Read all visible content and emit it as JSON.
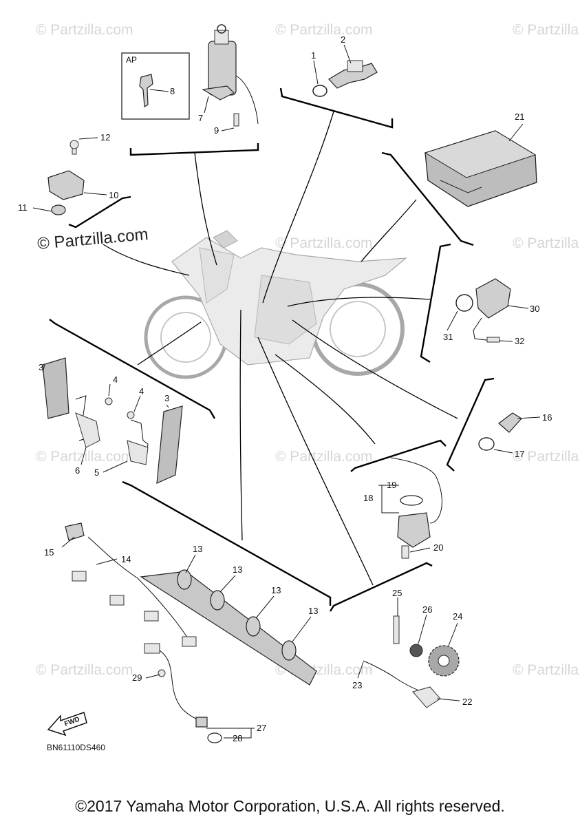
{
  "watermark": {
    "text": "© Partzilla.com"
  },
  "diagram_code": "BN61110DS460",
  "inset_label": "AP",
  "fwd_label": "FWD",
  "copyright": "©2017 Yamaha Motor Corporation, U.S.A. All rights reserved.",
  "callouts": [
    "1",
    "2",
    "3",
    "3",
    "4",
    "4",
    "5",
    "6",
    "7",
    "8",
    "9",
    "10",
    "11",
    "12",
    "13",
    "13",
    "13",
    "13",
    "14",
    "15",
    "16",
    "17",
    "18",
    "19",
    "20",
    "21",
    "22",
    "23",
    "24",
    "25",
    "26",
    "27",
    "28",
    "29",
    "30",
    "31",
    "32"
  ],
  "colors": {
    "ink": "#000000",
    "part_fill": "#cfcfcf",
    "bike_fill": "#e8e8e8",
    "watermark": "#d6d6d6"
  }
}
